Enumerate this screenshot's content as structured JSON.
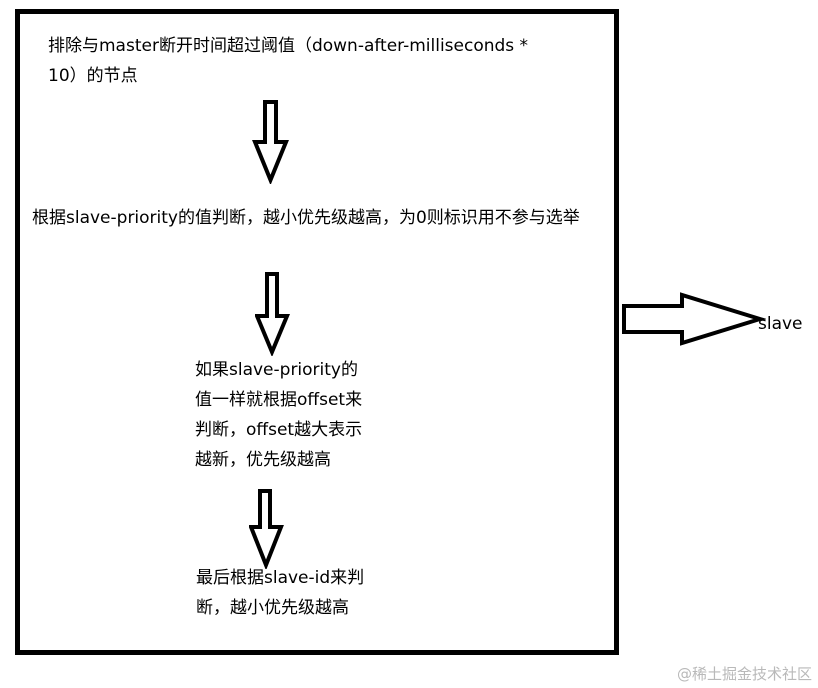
{
  "steps": [
    {
      "line1": "排除与master断开时间超过阈值（down-after-milliseconds *",
      "line2": "10）的节点"
    },
    {
      "line1": "根据slave-priority的值判断，越小优先级越高，为0则标识用不参与选举"
    },
    {
      "line1": "如果slave-priority的",
      "line2": "值一样就根据offset来",
      "line3": "判断，offset越大表示",
      "line4": "越新，优先级越高"
    },
    {
      "line1": "最后根据slave-id来判",
      "line2": "断，越小优先级越高"
    }
  ],
  "result_label": "slave",
  "watermark": "@稀土掘金技术社区"
}
